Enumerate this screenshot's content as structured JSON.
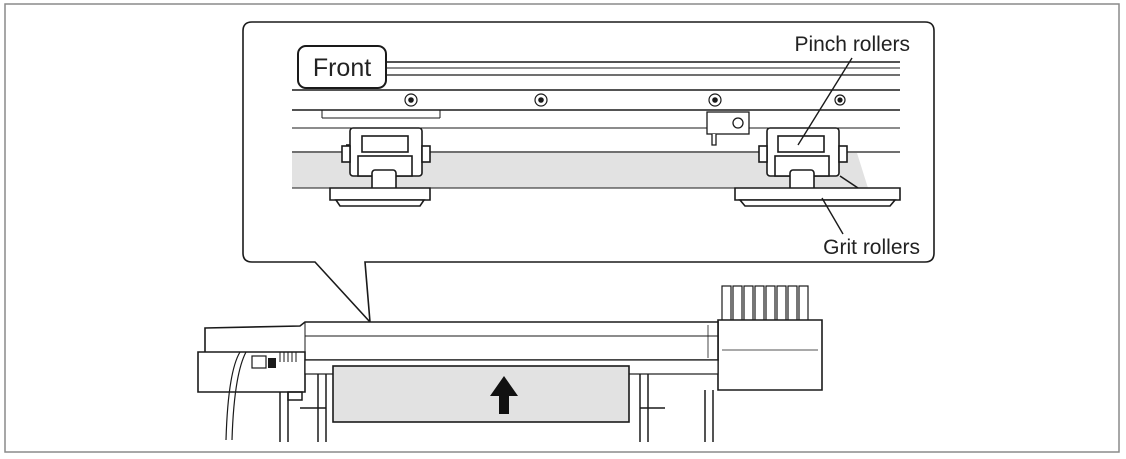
{
  "labels": {
    "front": "Front",
    "pinch_rollers": "Pinch rollers",
    "grit_rollers": "Grit rollers"
  },
  "icons": {
    "feed_direction": "arrow-up-icon"
  },
  "colors": {
    "line": "#1a1a1a",
    "media": "#e2e2e2",
    "frame": "#888888",
    "background": "#ffffff"
  }
}
